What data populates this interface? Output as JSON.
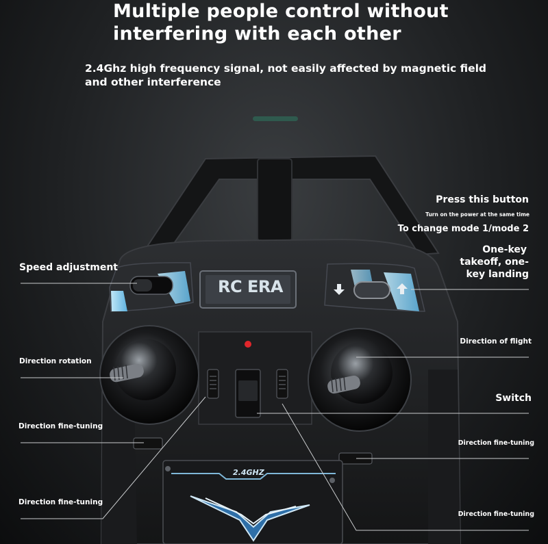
{
  "headline": {
    "line1": "Multiple people control without",
    "line2": "interfering with each other"
  },
  "subline": {
    "line1": "2.4Ghz high frequency signal, not easily affected by magnetic field",
    "line2": "and other interference"
  },
  "device": {
    "brand": "RC ERA",
    "freq_badge": "2.4GHZ"
  },
  "labels": {
    "press_button": "Press this button",
    "power_note": "Turn on the power at the same time",
    "change_mode": "To change mode 1/mode 2",
    "one_key_1": "One-key",
    "one_key_2": "takeoff, one-",
    "one_key_3": "key landing",
    "speed_adjustment": "Speed adjustment",
    "direction_rotation": "Direction rotation",
    "direction_of_flight": "Direction of flight",
    "switch": "Switch",
    "fine_tuning_left_1": "Direction fine-tuning",
    "fine_tuning_left_2": "Direction fine-tuning",
    "fine_tuning_right_1": "Direction fine-tuning",
    "fine_tuning_right_2": "Direction fine-tuning"
  },
  "colors": {
    "accent_bar": "#2f5a4e",
    "panel_blue": "#7ec3e8",
    "body_dark": "#1b1c1e",
    "led_red": "#e0262b"
  }
}
